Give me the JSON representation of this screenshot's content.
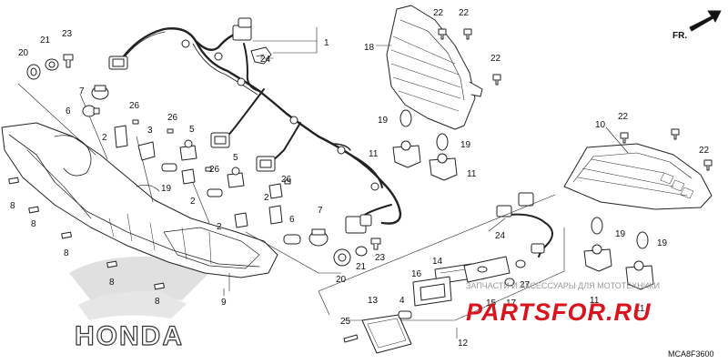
{
  "diagram": {
    "code": "MCA8F3600",
    "direction": "FR.",
    "brand_logo": "HONDA",
    "watermark": {
      "site": "PARTSFOR.RU",
      "tagline": "ЗАПЧАСТИ И АКСЕССУАРЫ ДЛЯ МОТОТЕХНИКИ"
    },
    "callouts": [
      {
        "id": "c1",
        "text": "1"
      },
      {
        "id": "c2a",
        "text": "2"
      },
      {
        "id": "c2b",
        "text": "2"
      },
      {
        "id": "c2c",
        "text": "2"
      },
      {
        "id": "c2d",
        "text": "2"
      },
      {
        "id": "c3",
        "text": "3"
      },
      {
        "id": "c4",
        "text": "4"
      },
      {
        "id": "c5a",
        "text": "5"
      },
      {
        "id": "c5b",
        "text": "5"
      },
      {
        "id": "c6a",
        "text": "6"
      },
      {
        "id": "c6b",
        "text": "6"
      },
      {
        "id": "c7a",
        "text": "7"
      },
      {
        "id": "c7b",
        "text": "7"
      },
      {
        "id": "c8a",
        "text": "8"
      },
      {
        "id": "c8b",
        "text": "8"
      },
      {
        "id": "c8c",
        "text": "8"
      },
      {
        "id": "c8d",
        "text": "8"
      },
      {
        "id": "c8e",
        "text": "8"
      },
      {
        "id": "c9",
        "text": "9"
      },
      {
        "id": "c10",
        "text": "10"
      },
      {
        "id": "c11a",
        "text": "11"
      },
      {
        "id": "c11b",
        "text": "11"
      },
      {
        "id": "c11c",
        "text": "11"
      },
      {
        "id": "c11d",
        "text": "11"
      },
      {
        "id": "c12",
        "text": "12"
      },
      {
        "id": "c13",
        "text": "13"
      },
      {
        "id": "c14",
        "text": "14"
      },
      {
        "id": "c15",
        "text": "15"
      },
      {
        "id": "c16",
        "text": "16"
      },
      {
        "id": "c17",
        "text": "17"
      },
      {
        "id": "c18",
        "text": "18"
      },
      {
        "id": "c19a",
        "text": "19"
      },
      {
        "id": "c19b",
        "text": "19"
      },
      {
        "id": "c19c",
        "text": "19"
      },
      {
        "id": "c19d",
        "text": "19"
      },
      {
        "id": "c19e",
        "text": "19"
      },
      {
        "id": "c20a",
        "text": "20"
      },
      {
        "id": "c20b",
        "text": "20"
      },
      {
        "id": "c21a",
        "text": "21"
      },
      {
        "id": "c21b",
        "text": "21"
      },
      {
        "id": "c22a",
        "text": "22"
      },
      {
        "id": "c22b",
        "text": "22"
      },
      {
        "id": "c22c",
        "text": "22"
      },
      {
        "id": "c22d",
        "text": "22"
      },
      {
        "id": "c22e",
        "text": "22"
      },
      {
        "id": "c23a",
        "text": "23"
      },
      {
        "id": "c23b",
        "text": "23"
      },
      {
        "id": "c24a",
        "text": "24"
      },
      {
        "id": "c24b",
        "text": "24"
      },
      {
        "id": "c25",
        "text": "25"
      },
      {
        "id": "c26a",
        "text": "26"
      },
      {
        "id": "c26b",
        "text": "26"
      },
      {
        "id": "c26c",
        "text": "26"
      },
      {
        "id": "c26d",
        "text": "26"
      },
      {
        "id": "c27",
        "text": "27"
      }
    ]
  }
}
